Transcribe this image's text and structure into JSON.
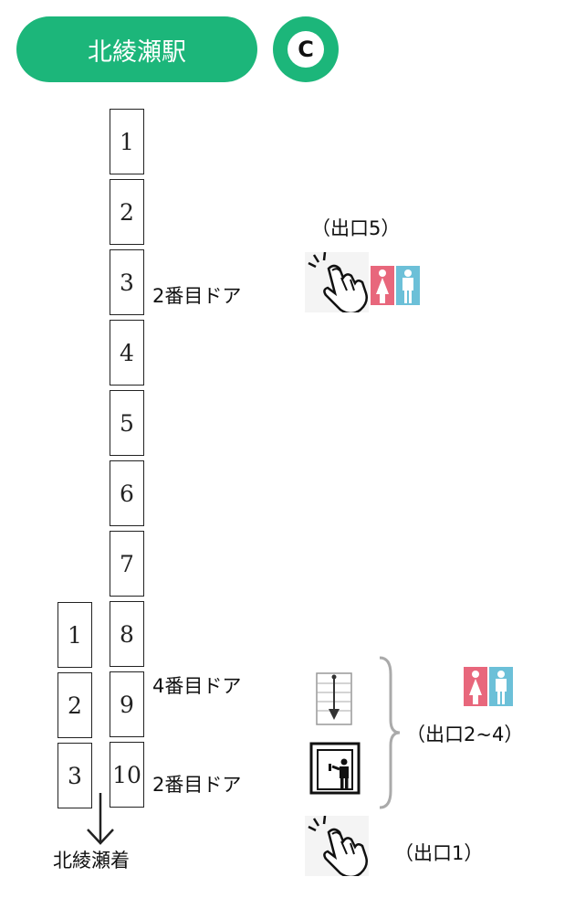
{
  "header": {
    "station_name": "北綾瀬駅",
    "line_letter": "C",
    "line_color": "#1cb67a"
  },
  "train_10car": {
    "cars": [
      "1",
      "2",
      "3",
      "4",
      "5",
      "6",
      "7",
      "8",
      "9",
      "10"
    ]
  },
  "train_3car": {
    "cars": [
      "1",
      "2",
      "3"
    ]
  },
  "door_labels": {
    "car3": "2番目ドア",
    "car9": "4番目ドア",
    "car10": "2番目ドア"
  },
  "exits": {
    "exit5": "（出口5）",
    "exit2_4": "（出口2~4）",
    "exit1": "（出口1）"
  },
  "arrival_label": "北綾瀬着",
  "colors": {
    "female_restroom": "#e8677c",
    "male_restroom": "#6cc0d8",
    "bracket": "#aaaaaa"
  },
  "icons": [
    "touch-gate-icon",
    "restroom-icon",
    "escalator-icon",
    "elevator-icon"
  ]
}
